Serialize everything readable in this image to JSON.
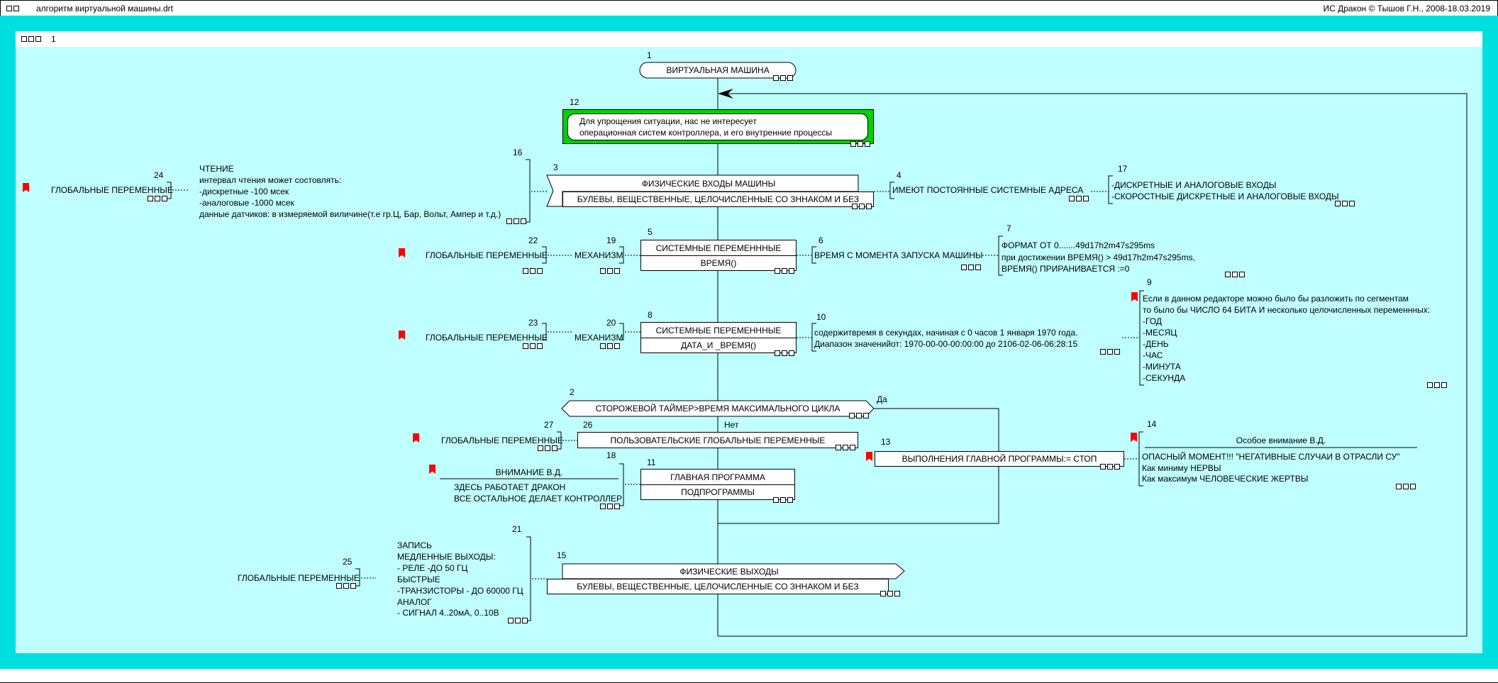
{
  "window": {
    "icons": "window-control-icons",
    "title": "алгоритм виртуальной машины.drt",
    "copyright": "ИС Дракон © Тышов Г.Н., 2008-18.03.2019"
  },
  "sheet": {
    "number": "1"
  },
  "colors": {
    "frame": "#00dfdf",
    "canvas": "#c0ffff",
    "green": "#00d000",
    "flag": "#ff0000"
  },
  "nodes": {
    "n1": {
      "id": "1",
      "text": "ВИРТУАЛЬНАЯ МАШИНА"
    },
    "n12": {
      "id": "12",
      "lines": [
        "Для упрощения ситуации, нас не интересует",
        "операционная систем контроллера, и его внутренние процессы"
      ]
    },
    "n3": {
      "id": "3",
      "top": "ФИЗИЧЕСКИЕ ВХОДЫ МАШИНЫ",
      "bottom": "БУЛЕВЫ, ВЕЩЕСТВЕННЫЕ, ЦЕЛОЧИСЛЕННЫЕ СО ЗННАКОМ И БЕЗ"
    },
    "n24": {
      "id": "24",
      "text": "ГЛОБАЛЬНЫЕ ПЕРЕМЕННЫЕ"
    },
    "n16": {
      "id": "16",
      "lines": [
        "ЧТЕНИЕ",
        "интервал  чтения может состовлять:",
        "-дискретные -100 мсек",
        "-аналоговые -1000 мсек",
        "данные датчиков: в измеряемой виличине(т.е гр.Ц, Бар, Вольт, Ампер и т.д.)"
      ]
    },
    "n4": {
      "id": "4",
      "text": "ИМЕЮТ ПОСТОЯННЫЕ СИСТЕМНЫЕ АДРЕСА"
    },
    "n17": {
      "id": "17",
      "lines": [
        "-ДИСКРЕТНЫЕ И АНАЛОГОВЫЕ ВХОДЫ",
        "-СКОРОСТНЫЕ ДИСКРЕТНЫЕ И АНАЛОГОВЫЕ ВХОДЫ"
      ]
    },
    "n5": {
      "id": "5",
      "top": "СИСТЕМНЫЕ ПЕРЕМЕНННЫЕ",
      "bottom": "ВРЕМЯ()"
    },
    "n22": {
      "id": "22",
      "text": "ГЛОБАЛЬНЫЕ ПЕРЕМЕННЫЕ"
    },
    "n19": {
      "id": "19",
      "text": "МЕХАНИЗМ"
    },
    "n6": {
      "id": "6",
      "text": "ВРЕМЯ С МОМЕНТА ЗАПУСКА МАШИНЫ"
    },
    "n7": {
      "id": "7",
      "lines": [
        "ФОРМАТ ОТ 0.......49d17h2m47s295ms",
        "при достижении ВРЕМЯ()    >    49d17h2m47s295ms,",
        "ВРЕМЯ() ПРИРАНИВАЕТСЯ :=0"
      ]
    },
    "n9": {
      "id": "9",
      "lines": [
        "Если в данном редакторе можно было бы разложить по сегментам",
        "то было бы ЧИСЛО 64 БИТА И  несколько целочисленных переменнных:",
        "-ГОД",
        "-МЕСЯЦ",
        "-ДЕНЬ",
        "-ЧАС",
        "-МИНУТА",
        "-СЕКУНДА"
      ]
    },
    "n8": {
      "id": "8",
      "top": "СИСТЕМНЫЕ ПЕРЕМЕНННЫЕ",
      "bottom": "ДАТА_И _ВРЕМЯ()"
    },
    "n23": {
      "id": "23",
      "text": "ГЛОБАЛЬНЫЕ ПЕРЕМЕННЫЕ"
    },
    "n20": {
      "id": "20",
      "text": "МЕХАНИЗМ"
    },
    "n10": {
      "id": "10",
      "lines": [
        "содержитвремя в секундах, начиная с 0 часов 1 января 1970 года.",
        " Диапазон значенийот: 1970-00-00-00:00:00 до 2106-02-06-06:28:15"
      ]
    },
    "n2": {
      "id": "2",
      "text": "СТОРОЖЕВОЙ ТАЙМЕР>ВРЕМЯ МАКСИМАЛЬНОГО ЦИКЛА",
      "yes": "Да",
      "no": "Нет"
    },
    "n26": {
      "id": "26",
      "text": "ПОЛЬЗОВАТЕЛЬСКИЕ ГЛОБАЛЬНЫЕ ПЕРЕМЕННЫЕ"
    },
    "n27": {
      "id": "27",
      "text": "ГЛОБАЛЬНЫЕ ПЕРЕМЕННЫЕ"
    },
    "n13": {
      "id": "13",
      "text": "ВЫПОЛНЕНИЯ ГЛАВНОЙ ПРОГРАММЫ:= СТОП"
    },
    "n14": {
      "id": "14",
      "title": "Особое внимание В.Д.",
      "lines": [
        "ОПАСНЫЙ МОМЕНТ!!! \"НЕГАТИВНЫЕ СЛУЧАИ В ОТРАСЛИ СУ\"",
        "Как миниму НЕРВЫ",
        "Как максимум ЧЕЛОВЕЧЕСКИЕ ЖЕРТВЫ"
      ]
    },
    "n18": {
      "id": "18",
      "title": "ВНИМАНИЕ В.Д.",
      "lines": [
        "ЗДЕСЬ РАБОТАЕТ ДРАКОН",
        "ВСЕ ОСТАЛЬНОЕ ДЕЛАЕТ КОНТРОЛЛЕР"
      ]
    },
    "n11": {
      "id": "11",
      "top": "ГЛАВНАЯ ПРОГРАММА",
      "bottom": "ПОДПРОГРАММЫ"
    },
    "n15": {
      "id": "15",
      "top": "ФИЗИЧЕСКИЕ ВЫХОДЫ",
      "bottom": "БУЛЕВЫ, ВЕЩЕСТВЕННЫЕ, ЦЕЛОЧИСЛЕННЫЕ СО ЗННАКОМ И БЕЗ"
    },
    "n25": {
      "id": "25",
      "text": "ГЛОБАЛЬНЫЕ ПЕРЕМЕННЫЕ"
    },
    "n21": {
      "id": "21",
      "lines": [
        "ЗАПИСЬ",
        "МЕДЛЕННЫЕ ВЫХОДЫ:",
        "- РЕЛЕ -ДО  50 ГЦ",
        "БЫСТРЫЕ",
        "-ТРАНЗИСТОРЫ - ДО 60000 ГЦ",
        "АНАЛОГ",
        "- СИГНАЛ 4..20мА, 0..10В"
      ]
    }
  }
}
